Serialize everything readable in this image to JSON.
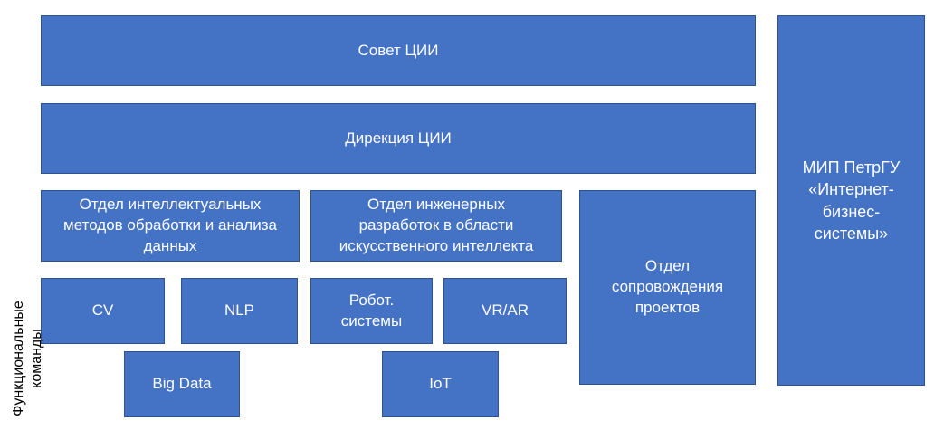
{
  "diagram": {
    "council": "Совет ЦИИ",
    "directorate": "Дирекция ЦИИ",
    "mip": "МИП ПетрГУ\n«Интернет-\nбизнес-\nсистемы»",
    "dept_intellectual": "Отдел интеллектуальных\nметодов обработки и анализа\nданных",
    "dept_engineering": "Отдел инженерных\nразработок в области\nискусственного интеллекта",
    "dept_support": "Отдел\nсопровождения\nпроектов",
    "team_cv": "CV",
    "team_nlp": "NLP",
    "team_robot": "Робот.\nсистемы",
    "team_vrar": "VR/AR",
    "team_bigdata": "Big Data",
    "team_iot": "IoT",
    "functional_teams_label": "Функциональные\nкоманды"
  },
  "colors": {
    "box_fill": "#4472c4",
    "box_border": "#2f528f",
    "box_text": "#ffffff"
  }
}
